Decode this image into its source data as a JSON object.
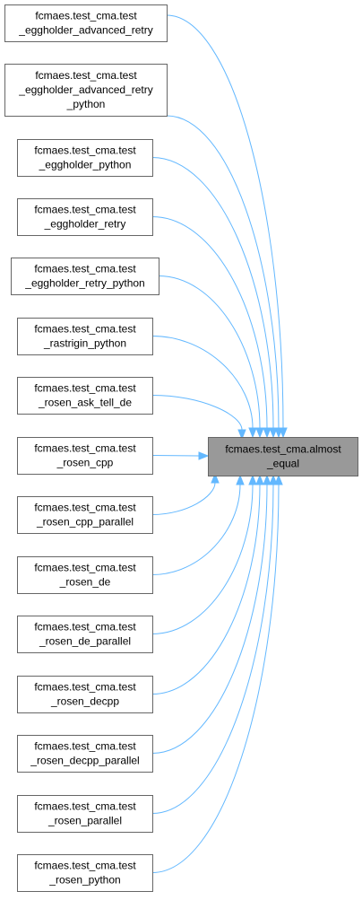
{
  "diagram": {
    "target": {
      "id": "almost_equal",
      "lines": [
        "fcmaes.test_cma.almost",
        "_equal"
      ]
    },
    "callers": [
      {
        "id": "eggholder_advanced_retry",
        "lines": [
          "fcmaes.test_cma.test",
          "_eggholder_advanced_retry"
        ]
      },
      {
        "id": "eggholder_advanced_retry_python",
        "lines": [
          "fcmaes.test_cma.test",
          "_eggholder_advanced_retry",
          "_python"
        ]
      },
      {
        "id": "eggholder_python",
        "lines": [
          "fcmaes.test_cma.test",
          "_eggholder_python"
        ]
      },
      {
        "id": "eggholder_retry",
        "lines": [
          "fcmaes.test_cma.test",
          "_eggholder_retry"
        ]
      },
      {
        "id": "eggholder_retry_python",
        "lines": [
          "fcmaes.test_cma.test",
          "_eggholder_retry_python"
        ]
      },
      {
        "id": "rastrigin_python",
        "lines": [
          "fcmaes.test_cma.test",
          "_rastrigin_python"
        ]
      },
      {
        "id": "rosen_ask_tell_de",
        "lines": [
          "fcmaes.test_cma.test",
          "_rosen_ask_tell_de"
        ]
      },
      {
        "id": "rosen_cpp",
        "lines": [
          "fcmaes.test_cma.test",
          "_rosen_cpp"
        ]
      },
      {
        "id": "rosen_cpp_parallel",
        "lines": [
          "fcmaes.test_cma.test",
          "_rosen_cpp_parallel"
        ]
      },
      {
        "id": "rosen_de",
        "lines": [
          "fcmaes.test_cma.test",
          "_rosen_de"
        ]
      },
      {
        "id": "rosen_de_parallel",
        "lines": [
          "fcmaes.test_cma.test",
          "_rosen_de_parallel"
        ]
      },
      {
        "id": "rosen_decpp",
        "lines": [
          "fcmaes.test_cma.test",
          "_rosen_decpp"
        ]
      },
      {
        "id": "rosen_decpp_parallel",
        "lines": [
          "fcmaes.test_cma.test",
          "_rosen_decpp_parallel"
        ]
      },
      {
        "id": "rosen_parallel",
        "lines": [
          "fcmaes.test_cma.test",
          "_rosen_parallel"
        ]
      },
      {
        "id": "rosen_python",
        "lines": [
          "fcmaes.test_cma.test",
          "_rosen_python"
        ]
      }
    ],
    "colors": {
      "edge": "#63b8ff",
      "node_border": "#666666",
      "target_fill": "#999999",
      "node_fill": "#ffffff"
    }
  }
}
